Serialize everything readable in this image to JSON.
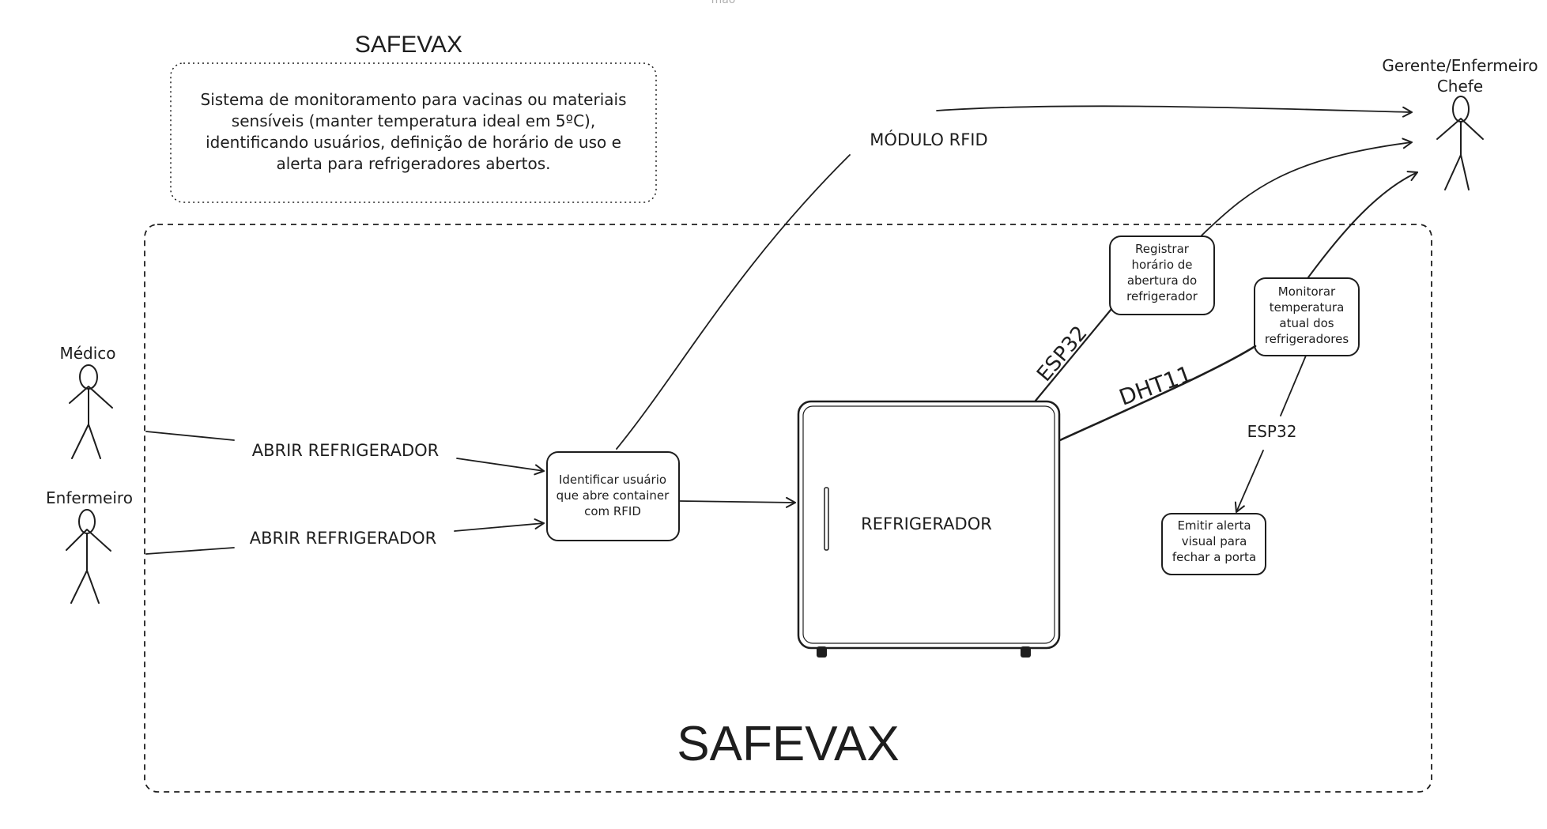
{
  "top_clipped_text": "mão",
  "header": {
    "title": "SAFEVAX",
    "description_lines": [
      "Sistema de monitoramento para vacinas ou materiais",
      "sensíveis (manter temperatura ideal em 5ºC),",
      "identificando usuários, definição de horário de uso e",
      "alerta para refrigeradores abertos."
    ]
  },
  "system_boundary": {
    "title": "SAFEVAX"
  },
  "actors": {
    "medico": "Médico",
    "enfermeiro": "Enfermeiro",
    "gerente_lines": [
      "Gerente/Enfermeiro",
      "Chefe"
    ]
  },
  "use_cases": {
    "identificar_lines": [
      "Identificar usuário",
      "que abre container",
      "com RFID"
    ],
    "registrar_lines": [
      "Registrar",
      "horário de",
      "abertura do",
      "refrigerador"
    ],
    "monitorar_lines": [
      "Monitorar",
      "temperatura",
      "atual dos",
      "refrigeradores"
    ],
    "emitir_lines": [
      "Emitir alerta",
      "visual para",
      "fechar a porta"
    ]
  },
  "refrigerator": {
    "label": "REFRIGERADOR"
  },
  "edge_labels": {
    "abrir_medico": "ABRIR REFRIGERADOR",
    "abrir_enfermeiro": "ABRIR REFRIGERADOR",
    "modulo_rfid": "MÓDULO RFID",
    "esp32_registrar": "ESP32",
    "dht11": "DHT11",
    "esp32_alerta": "ESP32"
  },
  "colors": {
    "stroke": "#1e1e1e",
    "background": "#ffffff",
    "muted_text": "#b0b0b0"
  }
}
